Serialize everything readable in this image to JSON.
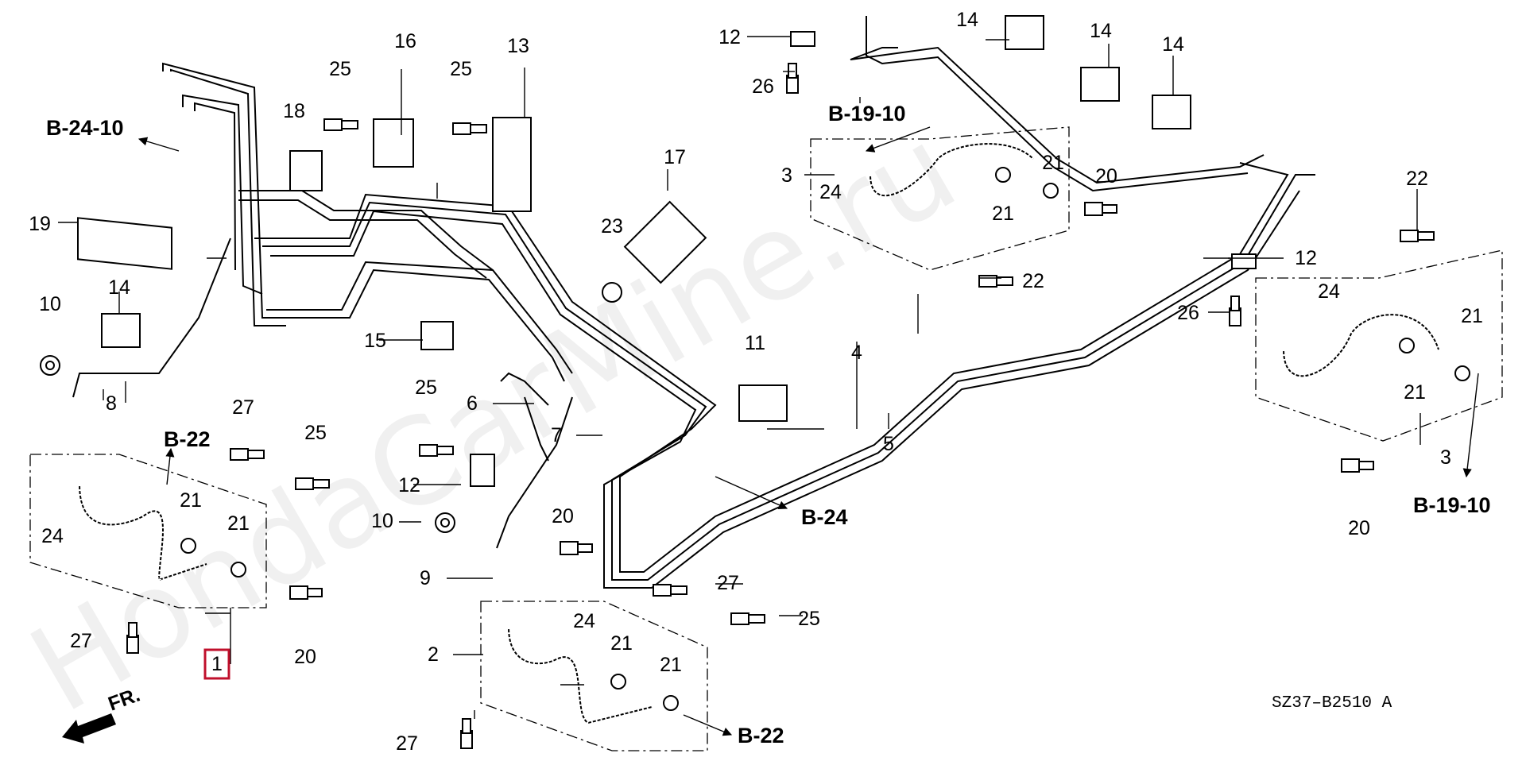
{
  "watermark": "HondaCarMine.ru",
  "diagram_code": "SZ37–B2510 A",
  "front_label": "FR.",
  "highlighted_callout": "1",
  "callouts": {
    "c1": "1",
    "c2": "2",
    "c3a": "3",
    "c3b": "3",
    "c4": "4",
    "c5": "5",
    "c6": "6",
    "c7": "7",
    "c8": "8",
    "c9": "9",
    "c10a": "10",
    "c10b": "10",
    "c11": "11",
    "c12a": "12",
    "c12b": "12",
    "c12c": "12",
    "c13": "13",
    "c14a": "14",
    "c14b": "14",
    "c14c": "14",
    "c14d": "14",
    "c15": "15",
    "c16": "16",
    "c17": "17",
    "c18": "18",
    "c19": "19",
    "c20a": "20",
    "c20b": "20",
    "c20c": "20",
    "c20d": "20",
    "c21a": "21",
    "c21b": "21",
    "c21c": "21",
    "c21d": "21",
    "c21e": "21",
    "c21f": "21",
    "c21g": "21",
    "c21h": "21",
    "c22a": "22",
    "c22b": "22",
    "c23": "23",
    "c24a": "24",
    "c24b": "24",
    "c24c": "24",
    "c24d": "24",
    "c25a": "25",
    "c25b": "25",
    "c25c": "25",
    "c25d": "25",
    "c25e": "25",
    "c26a": "26",
    "c26b": "26",
    "c27a": "27",
    "c27b": "27",
    "c27c": "27",
    "c27d": "27"
  },
  "references": {
    "r1": "B-24-10",
    "r2": "B-19-10",
    "r3": "B-22",
    "r4": "B-24",
    "r5": "B-22",
    "r6": "B-19-10"
  }
}
